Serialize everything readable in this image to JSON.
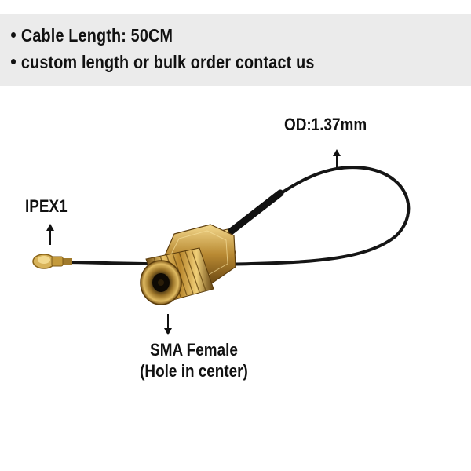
{
  "banner": {
    "lines": [
      "Cable Length: 50CM",
      "custom length or bulk order contact us"
    ]
  },
  "labels": {
    "od": "OD:1.37mm",
    "ipex": "IPEX1",
    "sma_line1": "SMA Female",
    "sma_line2": "(Hole in center)"
  },
  "colors": {
    "banner_bg": "#ebebeb",
    "cable": "#151515",
    "brass": "#c79a3a"
  }
}
